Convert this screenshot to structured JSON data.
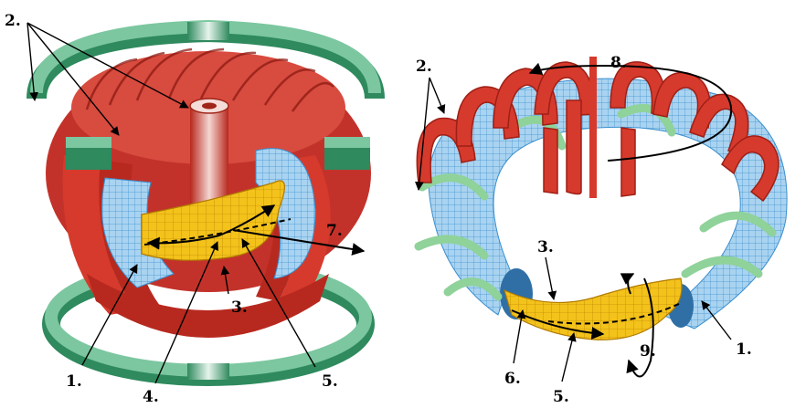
{
  "colors": {
    "toroidal_coil": "#d63a2c",
    "toroidal_coil_dark": "#9e1f16",
    "poloidal_coil": "#3f9a6e",
    "poloidal_coil_light": "#7cc7a0",
    "vessel": "#a9d3f0",
    "vessel_mesh": "#3a8fcf",
    "plasma": "#f3c21b",
    "plasma_dark": "#c48d00",
    "helical_coil": "#8fd29a",
    "arrow": "#000000"
  },
  "tokamak": {
    "labels": {
      "outer_coils": "2.",
      "vessel": "1.",
      "plasma": "3.",
      "current": "4.",
      "field": "5.",
      "resultant": "7."
    }
  },
  "stellarator": {
    "labels": {
      "coils": "2.",
      "plasma": "3.",
      "field": "5.",
      "vessel": "1.",
      "axis": "6.",
      "vertical": "8.",
      "twist": "9."
    }
  }
}
